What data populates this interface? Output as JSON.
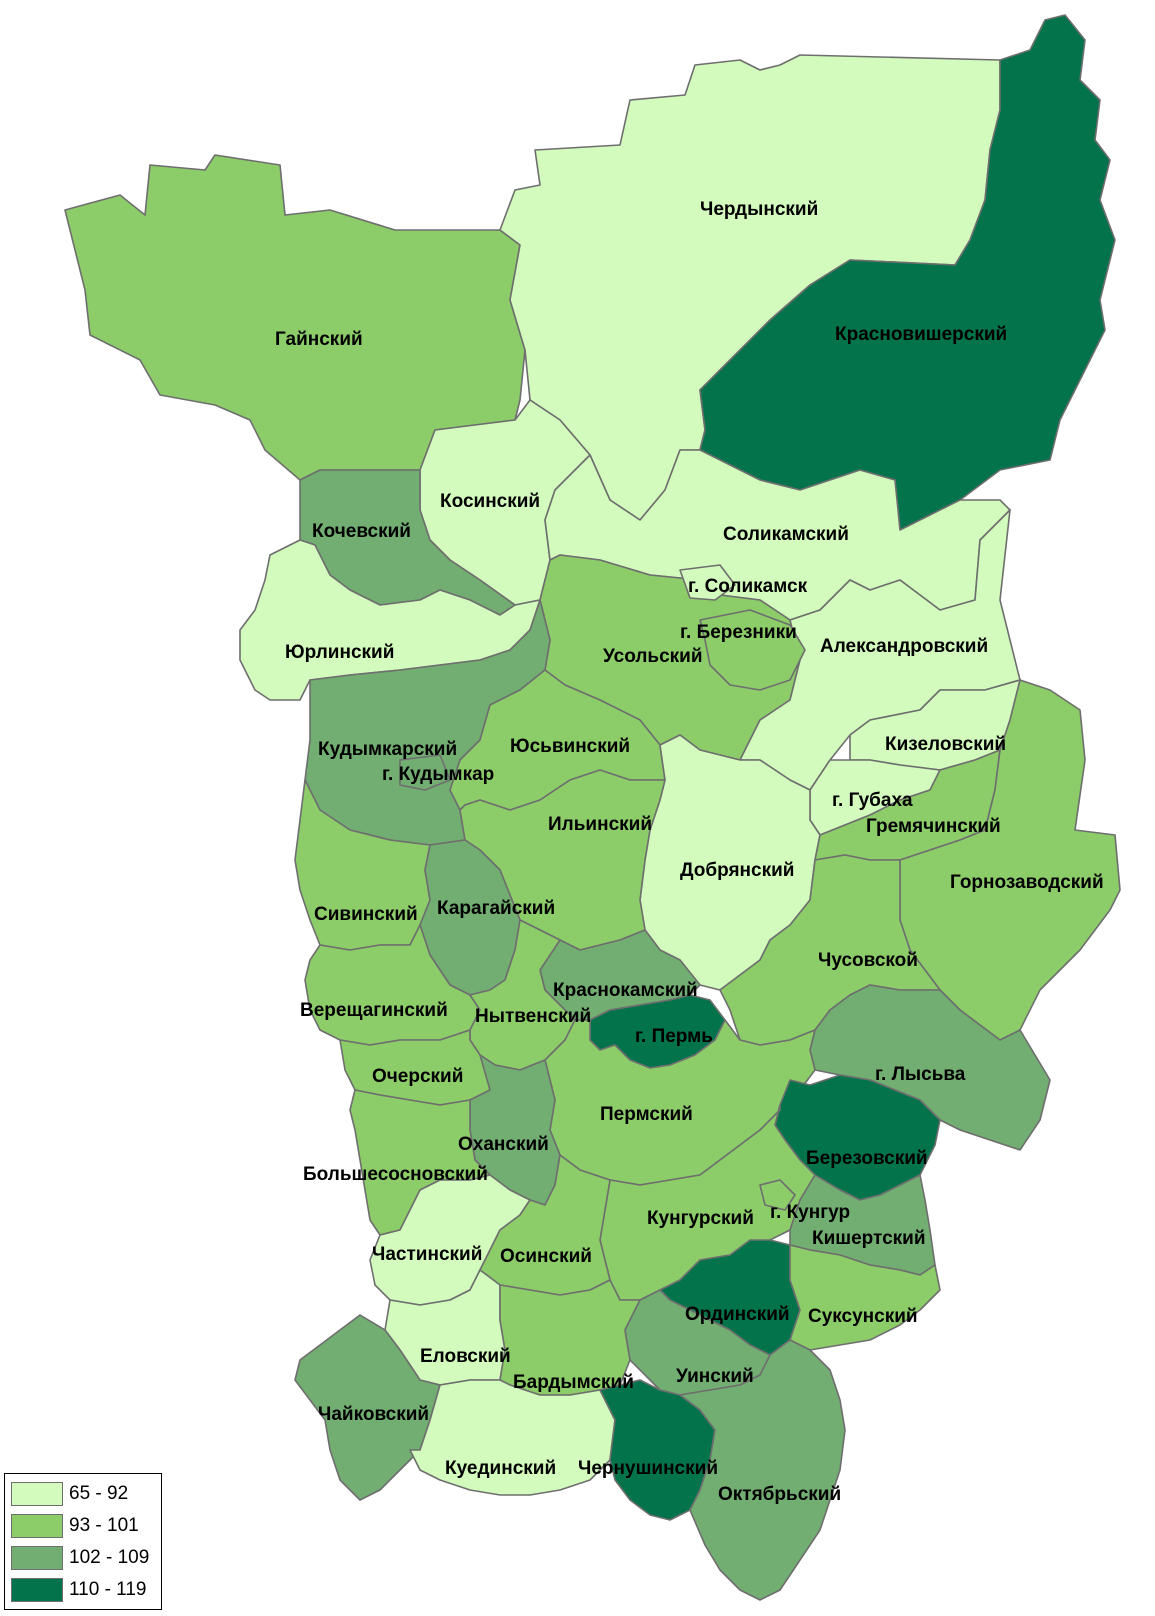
{
  "colors": {
    "c1": "#d3fbbd",
    "c2": "#8ccd6a",
    "c3": "#72ad72",
    "c4": "#03734c"
  },
  "legend": [
    {
      "label": "65 - 92",
      "class": "c1"
    },
    {
      "label": "93 - 101",
      "class": "c2"
    },
    {
      "label": "102 - 109",
      "class": "c3"
    },
    {
      "label": "110 - 119",
      "class": "c4"
    }
  ],
  "regions": {
    "gaynsky": {
      "label": "Гайнский",
      "class": "c2"
    },
    "cherdynsky": {
      "label": "Чердынский",
      "class": "c1"
    },
    "krasnovishersky": {
      "label": "Красновишерский",
      "class": "c4"
    },
    "kochevsky": {
      "label": "Кочевский",
      "class": "c3"
    },
    "kosinsky": {
      "label": "Косинский",
      "class": "c1"
    },
    "solikamsky": {
      "label": "Соликамский",
      "class": "c1"
    },
    "solikamsk_city": {
      "label": "г. Соликамск",
      "class": "c1"
    },
    "yurlinsky": {
      "label": "Юрлинский",
      "class": "c1"
    },
    "berezniki_city": {
      "label": "г. Березники",
      "class": "c2"
    },
    "usolsky": {
      "label": "Усольский",
      "class": "c2"
    },
    "alexandrovsky": {
      "label": "Александровский",
      "class": "c1"
    },
    "kizelovsky": {
      "label": "Кизеловский",
      "class": "c1"
    },
    "kudymkarsky": {
      "label": "Кудымкарский",
      "class": "c3"
    },
    "kudymkar_city": {
      "label": "г. Кудымкар",
      "class": "c3"
    },
    "yusvinsky": {
      "label": "Юсьвинский",
      "class": "c2"
    },
    "gubakha_city": {
      "label": "г. Губаха",
      "class": "c1"
    },
    "gremyachinsky": {
      "label": "Гремячинский",
      "class": "c2"
    },
    "ilyinsky": {
      "label": "Ильинский",
      "class": "c2"
    },
    "dobryansky": {
      "label": "Добрянский",
      "class": "c1"
    },
    "gornozavodsky": {
      "label": "Горнозаводский",
      "class": "c2"
    },
    "sivinsky": {
      "label": "Сивинский",
      "class": "c2"
    },
    "karagaysky": {
      "label": "Карагайский",
      "class": "c3"
    },
    "chusovskoy": {
      "label": "Чусовской",
      "class": "c2"
    },
    "krasnokamsky": {
      "label": "Краснокамский",
      "class": "c3"
    },
    "vereshchaginsky": {
      "label": "Верещагинский",
      "class": "c2"
    },
    "nytvensky": {
      "label": "Нытвенский",
      "class": "c2"
    },
    "perm_city": {
      "label": "г. Пермь",
      "class": "c4"
    },
    "lysva_city": {
      "label": "г. Лысьва",
      "class": "c3"
    },
    "ochersky": {
      "label": "Очерский",
      "class": "c2"
    },
    "permsky": {
      "label": "Пермский",
      "class": "c2"
    },
    "okhansky": {
      "label": "Оханский",
      "class": "c3"
    },
    "berezovsky": {
      "label": "Березовский",
      "class": "c4"
    },
    "bolshesosnovsky": {
      "label": "Большесосновский",
      "class": "c2"
    },
    "kungursky": {
      "label": "Кунгурский",
      "class": "c2"
    },
    "kungur_city": {
      "label": "г. Кунгур",
      "class": "c2"
    },
    "kishertsky": {
      "label": "Кишертский",
      "class": "c3"
    },
    "chastinsky": {
      "label": "Частинский",
      "class": "c1"
    },
    "osinsky": {
      "label": "Осинский",
      "class": "c2"
    },
    "ordinsky": {
      "label": "Ординский",
      "class": "c4"
    },
    "suksunsky": {
      "label": "Суксунский",
      "class": "c2"
    },
    "elovsky": {
      "label": "Еловский",
      "class": "c1"
    },
    "bardymsky": {
      "label": "Бардымский",
      "class": "c2"
    },
    "uinsky": {
      "label": "Уинский",
      "class": "c3"
    },
    "chaykovsky": {
      "label": "Чайковский",
      "class": "c3"
    },
    "kuedinsky": {
      "label": "Куединский",
      "class": "c1"
    },
    "chernushinsky": {
      "label": "Чернушинский",
      "class": "c4"
    },
    "oktyabrsky": {
      "label": "Октябрьский",
      "class": "c3"
    }
  }
}
